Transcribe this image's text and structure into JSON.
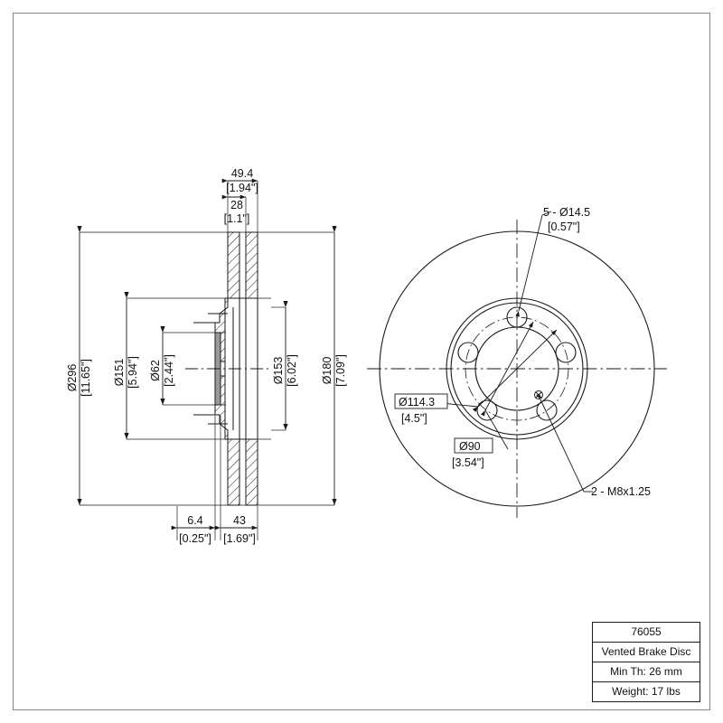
{
  "sheet": {
    "background": "#ffffff",
    "line_color": "#1a1a1a",
    "border_color": "#8a8a8a"
  },
  "title_block": {
    "part_number": "76055",
    "description": "Vented Brake Disc",
    "min_thickness": "Min Th: 26 mm",
    "weight": "Weight: 17 lbs"
  },
  "side_view": {
    "name": "cross-section-side-view",
    "dimensions": {
      "overall_width_mm": "49.4",
      "overall_width_in": "[1.94\"]",
      "disc_thickness_mm": "28",
      "disc_thickness_in": "[1.1\"]",
      "outer_diameter_mm": "Ø296",
      "outer_diameter_in": "[11.65\"]",
      "hat_diameter_mm": "Ø151",
      "hat_diameter_in": "[5.94\"]",
      "bore_diameter_mm": "Ø62",
      "bore_diameter_in": "[2.44\"]",
      "inner_face_diameter_mm": "Ø153",
      "inner_face_diameter_in": "[6.02\"]",
      "hat_outer_diameter_mm": "Ø180",
      "hat_outer_diameter_in": "[7.09\"]",
      "flange_thickness_mm": "6.4",
      "flange_thickness_in": "[0.25\"]",
      "hat_height_mm": "43",
      "hat_height_in": "[1.69\"]"
    }
  },
  "front_view": {
    "name": "front-face-view",
    "callouts": {
      "lug_holes_mm": "5 - Ø14.5",
      "lug_holes_in": "[0.57\"]",
      "bolt_circle_mm": "Ø114.3",
      "bolt_circle_in": "[4.5\"]",
      "hub_bore_mm": "Ø90",
      "hub_bore_in": "[3.54\"]",
      "threaded_holes": "2 - M8x1.25"
    }
  }
}
